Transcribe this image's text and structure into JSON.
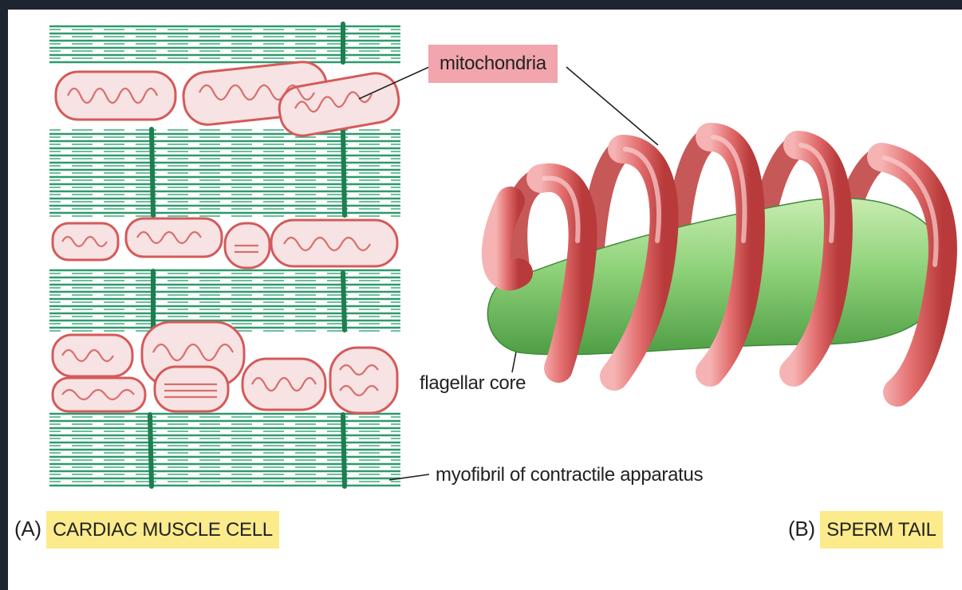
{
  "labels": {
    "mitochondria": "mitochondria",
    "flagellar_core": "flagellar core",
    "myofibril": "myofibril of contractile apparatus"
  },
  "panels": {
    "a": {
      "letter": "(A)",
      "title": "CARDIAC MUSCLE CELL"
    },
    "b": {
      "letter": "(B)",
      "title": "SPERM TAIL"
    }
  },
  "colors": {
    "fibril_green": "#2e9a6c",
    "mito_red": "#e06f6f",
    "core_green": "#8fd27a",
    "label_pink": "#f2a5ac",
    "label_yellow": "#fbeb8b"
  }
}
